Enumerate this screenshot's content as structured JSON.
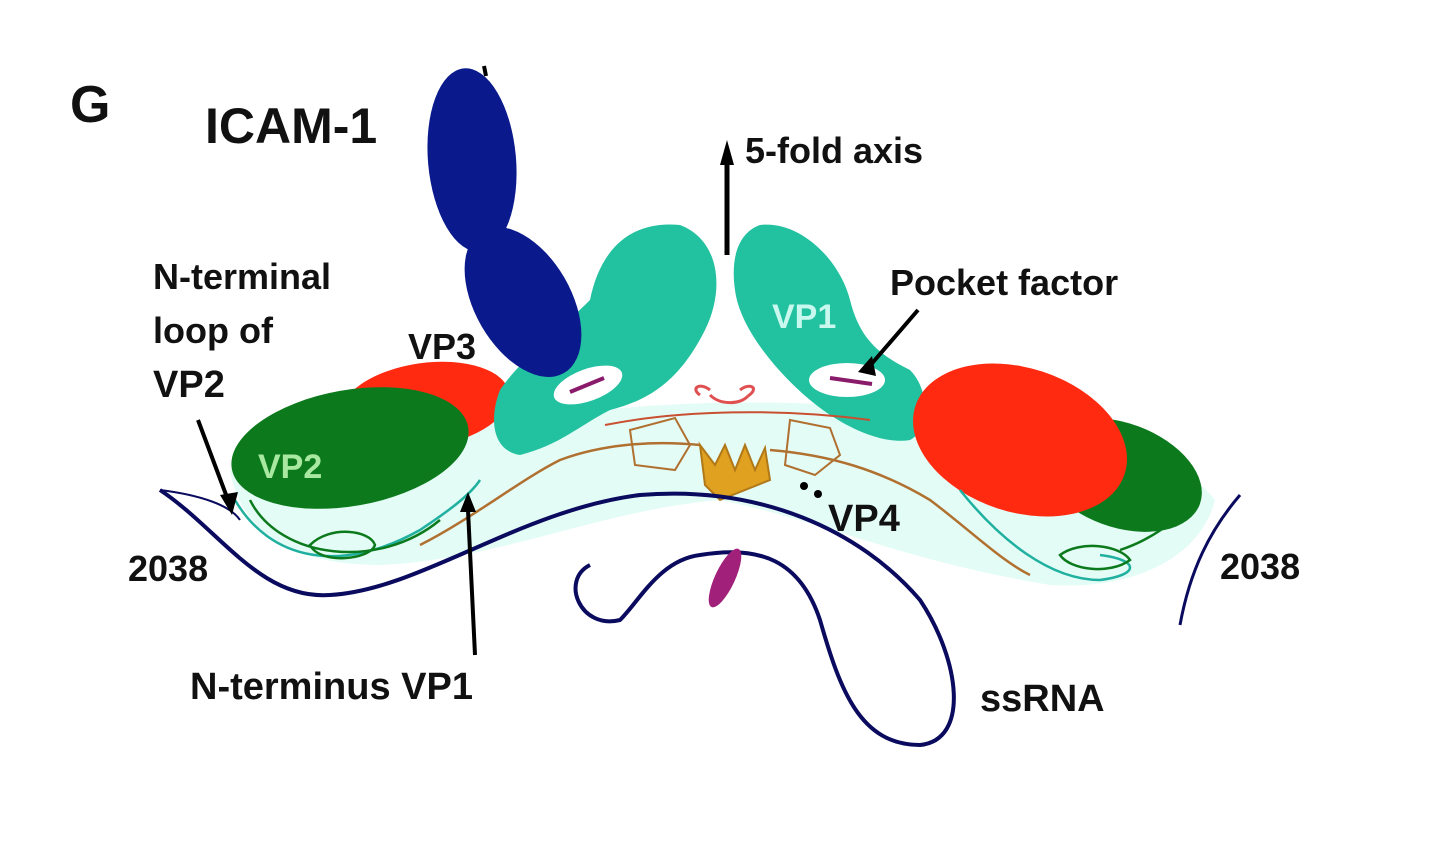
{
  "figure": {
    "panel_letter": "G",
    "colors": {
      "icam": "#0a1a8c",
      "vp1": "#22c1a0",
      "vp2": "#0c7a1c",
      "vp3": "#ff2a10",
      "vp4": "#c8901a",
      "rna": "#0a0a5e",
      "pocket_factor": "#8a1a6a",
      "halo": "#dcfbf4"
    },
    "labels": {
      "icam": "ICAM-1",
      "fivefold": "5-fold axis",
      "nterm_loop_line1": "N-terminal",
      "nterm_loop_line2": "loop of",
      "nterm_loop_line3": "VP2",
      "vp3": "VP3",
      "vp1": "VP1",
      "vp2": "VP2",
      "pocket_factor": "Pocket factor",
      "vp4": "VP4",
      "residue_left": "2038",
      "residue_right": "2038",
      "nterminus_vp1": "N-terminus VP1",
      "ssrna": "ssRNA"
    }
  }
}
